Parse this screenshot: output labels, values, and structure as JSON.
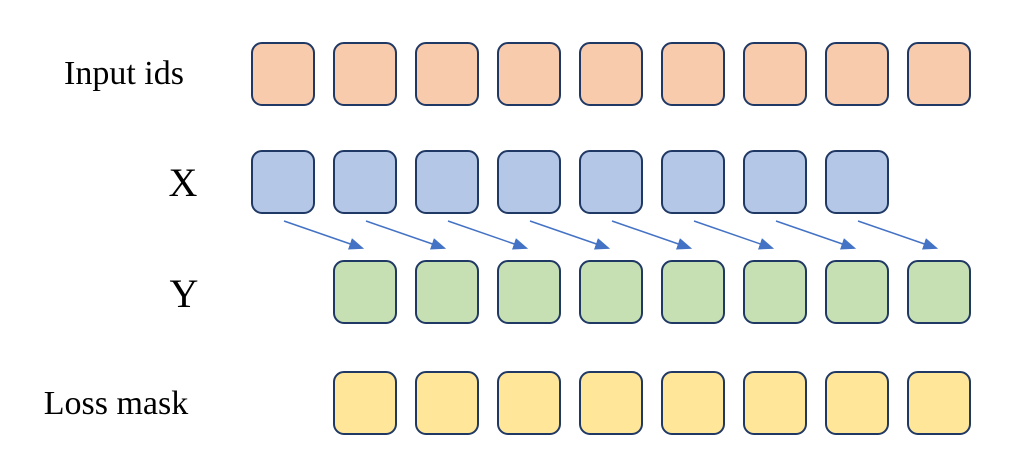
{
  "diagram": {
    "rows": [
      {
        "id": "input_ids",
        "label": "Input ids",
        "count": 9,
        "fill": "#F8CBAD"
      },
      {
        "id": "x",
        "label": "X",
        "count": 8,
        "fill": "#B4C7E7"
      },
      {
        "id": "y",
        "label": "Y",
        "count": 8,
        "fill": "#C6E0B4"
      },
      {
        "id": "loss_mask",
        "label": "Loss mask",
        "count": 8,
        "fill": "#FFE699"
      }
    ],
    "arrows": {
      "count": 8,
      "from_row": "X",
      "to_row": "Y",
      "color": "#4472C4"
    },
    "colors": {
      "background": "#FFFFFF",
      "cell_border": "#1F3864",
      "text": "#000000"
    }
  }
}
